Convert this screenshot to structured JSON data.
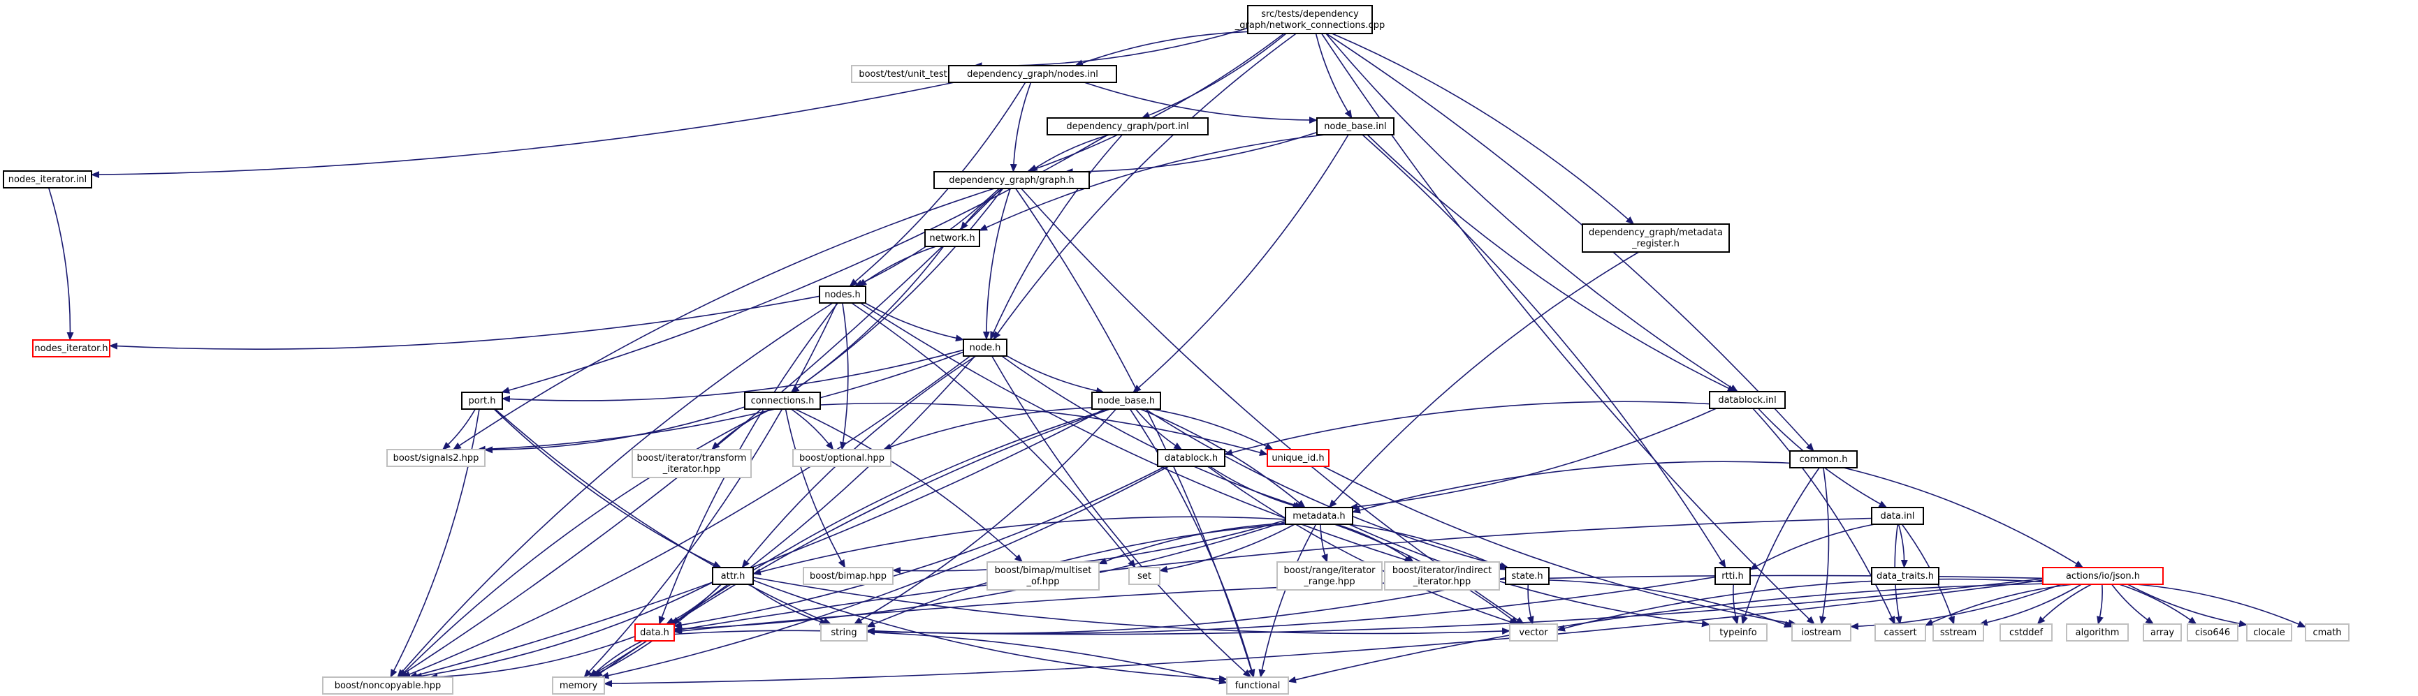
{
  "colors": {
    "edge": "#191970",
    "normal_border": "#000000",
    "external_border": "#bfbfbf",
    "truncated_border": "#ff0000",
    "root_fill": "#bfbfbf"
  },
  "nodes": [
    {
      "id": "root",
      "lines": [
        "src/tests/dependency",
        "_graph/network_connections.cpp"
      ],
      "kind": "root"
    },
    {
      "id": "unit_test",
      "lines": [
        "boost/test/unit_test.hpp"
      ],
      "kind": "external"
    },
    {
      "id": "nodes_inl",
      "lines": [
        "dependency_graph/nodes.inl"
      ],
      "kind": "normal"
    },
    {
      "id": "nodes_iterator_inl",
      "lines": [
        "nodes_iterator.inl"
      ],
      "kind": "normal"
    },
    {
      "id": "nodes_iterator_h",
      "lines": [
        "nodes_iterator.h"
      ],
      "kind": "truncated"
    },
    {
      "id": "port_inl",
      "lines": [
        "dependency_graph/port.inl"
      ],
      "kind": "normal"
    },
    {
      "id": "node_base_inl",
      "lines": [
        "node_base.inl"
      ],
      "kind": "normal"
    },
    {
      "id": "graph_h",
      "lines": [
        "dependency_graph/graph.h"
      ],
      "kind": "normal"
    },
    {
      "id": "network_h",
      "lines": [
        "network.h"
      ],
      "kind": "normal"
    },
    {
      "id": "metadata_register_h",
      "lines": [
        "dependency_graph/metadata",
        "_register.h"
      ],
      "kind": "normal"
    },
    {
      "id": "nodes_h",
      "lines": [
        "nodes.h"
      ],
      "kind": "normal"
    },
    {
      "id": "node_h",
      "lines": [
        "node.h"
      ],
      "kind": "normal"
    },
    {
      "id": "port_h",
      "lines": [
        "port.h"
      ],
      "kind": "normal"
    },
    {
      "id": "connections_h",
      "lines": [
        "connections.h"
      ],
      "kind": "normal"
    },
    {
      "id": "node_base_h",
      "lines": [
        "node_base.h"
      ],
      "kind": "normal"
    },
    {
      "id": "datablock_inl",
      "lines": [
        "datablock.inl"
      ],
      "kind": "normal"
    },
    {
      "id": "common_h",
      "lines": [
        "common.h"
      ],
      "kind": "normal"
    },
    {
      "id": "signals2",
      "lines": [
        "boost/signals2.hpp"
      ],
      "kind": "external"
    },
    {
      "id": "transform_iter",
      "lines": [
        "boost/iterator/transform",
        "_iterator.hpp"
      ],
      "kind": "external"
    },
    {
      "id": "optional",
      "lines": [
        "boost/optional.hpp"
      ],
      "kind": "external"
    },
    {
      "id": "unique_id_h",
      "lines": [
        "unique_id.h"
      ],
      "kind": "truncated"
    },
    {
      "id": "datablock_h",
      "lines": [
        "datablock.h"
      ],
      "kind": "normal"
    },
    {
      "id": "data_inl",
      "lines": [
        "data.inl"
      ],
      "kind": "normal"
    },
    {
      "id": "metadata_h",
      "lines": [
        "metadata.h"
      ],
      "kind": "normal"
    },
    {
      "id": "bimap",
      "lines": [
        "boost/bimap.hpp"
      ],
      "kind": "external"
    },
    {
      "id": "multiset_of",
      "lines": [
        "boost/bimap/multiset",
        "_of.hpp"
      ],
      "kind": "external"
    },
    {
      "id": "set",
      "lines": [
        "set"
      ],
      "kind": "external"
    },
    {
      "id": "range_iter",
      "lines": [
        "boost/range/iterator",
        "_range.hpp"
      ],
      "kind": "external"
    },
    {
      "id": "indirect_iter",
      "lines": [
        "boost/iterator/indirect",
        "_iterator.hpp"
      ],
      "kind": "external"
    },
    {
      "id": "attr_h",
      "lines": [
        "attr.h"
      ],
      "kind": "normal"
    },
    {
      "id": "state_h",
      "lines": [
        "state.h"
      ],
      "kind": "normal"
    },
    {
      "id": "rtti_h",
      "lines": [
        "rtti.h"
      ],
      "kind": "normal"
    },
    {
      "id": "data_traits_h",
      "lines": [
        "data_traits.h"
      ],
      "kind": "normal"
    },
    {
      "id": "io_json_h",
      "lines": [
        "actions/io/json.h"
      ],
      "kind": "truncated"
    },
    {
      "id": "data_h",
      "lines": [
        "data.h"
      ],
      "kind": "truncated"
    },
    {
      "id": "string",
      "lines": [
        "string"
      ],
      "kind": "external"
    },
    {
      "id": "vector",
      "lines": [
        "vector"
      ],
      "kind": "external"
    },
    {
      "id": "typeinfo",
      "lines": [
        "typeinfo"
      ],
      "kind": "external"
    },
    {
      "id": "iostream",
      "lines": [
        "iostream"
      ],
      "kind": "external"
    },
    {
      "id": "cassert",
      "lines": [
        "cassert"
      ],
      "kind": "external"
    },
    {
      "id": "sstream",
      "lines": [
        "sstream"
      ],
      "kind": "external"
    },
    {
      "id": "cstddef",
      "lines": [
        "cstddef"
      ],
      "kind": "external"
    },
    {
      "id": "algorithm",
      "lines": [
        "algorithm"
      ],
      "kind": "external"
    },
    {
      "id": "array",
      "lines": [
        "array"
      ],
      "kind": "external"
    },
    {
      "id": "ciso646",
      "lines": [
        "ciso646"
      ],
      "kind": "external"
    },
    {
      "id": "clocale",
      "lines": [
        "clocale"
      ],
      "kind": "external"
    },
    {
      "id": "cmath",
      "lines": [
        "cmath"
      ],
      "kind": "external"
    },
    {
      "id": "noncopyable",
      "lines": [
        "boost/noncopyable.hpp"
      ],
      "kind": "external"
    },
    {
      "id": "memory",
      "lines": [
        "memory"
      ],
      "kind": "external"
    },
    {
      "id": "functional",
      "lines": [
        "functional"
      ],
      "kind": "external"
    }
  ],
  "edges": [
    [
      "root",
      "unit_test"
    ],
    [
      "root",
      "nodes_inl"
    ],
    [
      "root",
      "port_inl"
    ],
    [
      "root",
      "node_base_inl"
    ],
    [
      "root",
      "graph_h"
    ],
    [
      "root",
      "node_h"
    ],
    [
      "root",
      "metadata_register_h"
    ],
    [
      "root",
      "datablock_inl"
    ],
    [
      "root",
      "common_h"
    ],
    [
      "root",
      "iostream"
    ],
    [
      "nodes_inl",
      "nodes_iterator_inl"
    ],
    [
      "nodes_inl",
      "graph_h"
    ],
    [
      "nodes_inl",
      "nodes_h"
    ],
    [
      "nodes_inl",
      "node_base_inl"
    ],
    [
      "nodes_iterator_inl",
      "nodes_iterator_h"
    ],
    [
      "port_inl",
      "graph_h"
    ],
    [
      "port_inl",
      "port_h"
    ],
    [
      "port_inl",
      "node_h"
    ],
    [
      "node_base_inl",
      "graph_h"
    ],
    [
      "node_base_inl",
      "network_h"
    ],
    [
      "node_base_inl",
      "node_base_h"
    ],
    [
      "node_base_inl",
      "datablock_inl"
    ],
    [
      "node_base_inl",
      "rtti_h"
    ],
    [
      "graph_h",
      "network_h"
    ],
    [
      "graph_h",
      "nodes_h"
    ],
    [
      "graph_h",
      "node_h"
    ],
    [
      "graph_h",
      "connections_h"
    ],
    [
      "graph_h",
      "signals2"
    ],
    [
      "graph_h",
      "noncopyable"
    ],
    [
      "graph_h",
      "vector"
    ],
    [
      "graph_h",
      "functional"
    ],
    [
      "network_h",
      "nodes_h"
    ],
    [
      "network_h",
      "connections_h"
    ],
    [
      "metadata_register_h",
      "metadata_h"
    ],
    [
      "nodes_h",
      "nodes_iterator_h"
    ],
    [
      "nodes_h",
      "node_h"
    ],
    [
      "nodes_h",
      "optional"
    ],
    [
      "nodes_h",
      "noncopyable"
    ],
    [
      "nodes_h",
      "memory"
    ],
    [
      "nodes_h",
      "data_h"
    ],
    [
      "nodes_h",
      "set"
    ],
    [
      "nodes_h",
      "indirect_iter"
    ],
    [
      "node_h",
      "port_h"
    ],
    [
      "node_h",
      "node_base_h"
    ],
    [
      "node_h",
      "signals2"
    ],
    [
      "node_h",
      "attr_h"
    ],
    [
      "node_h",
      "memory"
    ],
    [
      "node_h",
      "functional"
    ],
    [
      "node_h",
      "noncopyable"
    ],
    [
      "node_h",
      "metadata_h"
    ],
    [
      "port_h",
      "signals2"
    ],
    [
      "port_h",
      "attr_h"
    ],
    [
      "port_h",
      "noncopyable"
    ],
    [
      "port_h",
      "string"
    ],
    [
      "connections_h",
      "signals2"
    ],
    [
      "connections_h",
      "transform_iter"
    ],
    [
      "connections_h",
      "optional"
    ],
    [
      "connections_h",
      "bimap"
    ],
    [
      "connections_h",
      "multiset_of"
    ],
    [
      "connections_h",
      "noncopyable"
    ],
    [
      "connections_h",
      "unique_id_h"
    ],
    [
      "node_base_h",
      "optional"
    ],
    [
      "node_base_h",
      "unique_id_h"
    ],
    [
      "node_base_h",
      "datablock_h"
    ],
    [
      "node_base_h",
      "metadata_h"
    ],
    [
      "node_base_h",
      "state_h"
    ],
    [
      "node_base_h",
      "string"
    ],
    [
      "node_base_h",
      "data_h"
    ],
    [
      "node_base_h",
      "noncopyable"
    ],
    [
      "node_base_h",
      "memory"
    ],
    [
      "node_base_h",
      "functional"
    ],
    [
      "datablock_inl",
      "datablock_h"
    ],
    [
      "datablock_inl",
      "metadata_h"
    ],
    [
      "datablock_inl",
      "data_inl"
    ],
    [
      "datablock_inl",
      "cassert"
    ],
    [
      "common_h",
      "metadata_h"
    ],
    [
      "common_h",
      "io_json_h"
    ],
    [
      "common_h",
      "typeinfo"
    ],
    [
      "common_h",
      "iostream"
    ],
    [
      "datablock_h",
      "metadata_h"
    ],
    [
      "datablock_h",
      "data_h"
    ],
    [
      "datablock_h",
      "vector"
    ],
    [
      "datablock_h",
      "memory"
    ],
    [
      "data_inl",
      "rtti_h"
    ],
    [
      "data_inl",
      "data_traits_h"
    ],
    [
      "data_inl",
      "cassert"
    ],
    [
      "data_inl",
      "sstream"
    ],
    [
      "data_inl",
      "data_h"
    ],
    [
      "metadata_h",
      "bimap"
    ],
    [
      "metadata_h",
      "multiset_of"
    ],
    [
      "metadata_h",
      "set"
    ],
    [
      "metadata_h",
      "range_iter"
    ],
    [
      "metadata_h",
      "indirect_iter"
    ],
    [
      "metadata_h",
      "attr_h"
    ],
    [
      "metadata_h",
      "state_h"
    ],
    [
      "metadata_h",
      "string"
    ],
    [
      "metadata_h",
      "vector"
    ],
    [
      "metadata_h",
      "typeinfo"
    ],
    [
      "metadata_h",
      "data_h"
    ],
    [
      "metadata_h",
      "functional"
    ],
    [
      "attr_h",
      "data_h"
    ],
    [
      "attr_h",
      "string"
    ],
    [
      "attr_h",
      "memory"
    ],
    [
      "attr_h",
      "functional"
    ],
    [
      "attr_h",
      "noncopyable"
    ],
    [
      "attr_h",
      "vector"
    ],
    [
      "state_h",
      "string"
    ],
    [
      "state_h",
      "vector"
    ],
    [
      "state_h",
      "iostream"
    ],
    [
      "unique_id_h",
      "iostream"
    ],
    [
      "rtti_h",
      "string"
    ],
    [
      "rtti_h",
      "typeinfo"
    ],
    [
      "io_json_h",
      "string"
    ],
    [
      "io_json_h",
      "vector"
    ],
    [
      "io_json_h",
      "iostream"
    ],
    [
      "io_json_h",
      "cassert"
    ],
    [
      "io_json_h",
      "sstream"
    ],
    [
      "io_json_h",
      "cstddef"
    ],
    [
      "io_json_h",
      "algorithm"
    ],
    [
      "io_json_h",
      "array"
    ],
    [
      "io_json_h",
      "ciso646"
    ],
    [
      "io_json_h",
      "clocale"
    ],
    [
      "io_json_h",
      "cmath"
    ],
    [
      "io_json_h",
      "functional"
    ],
    [
      "io_json_h",
      "memory"
    ],
    [
      "io_json_h",
      "data_h"
    ],
    [
      "data_h",
      "noncopyable"
    ],
    [
      "data_h",
      "memory"
    ],
    [
      "data_h",
      "functional"
    ]
  ]
}
